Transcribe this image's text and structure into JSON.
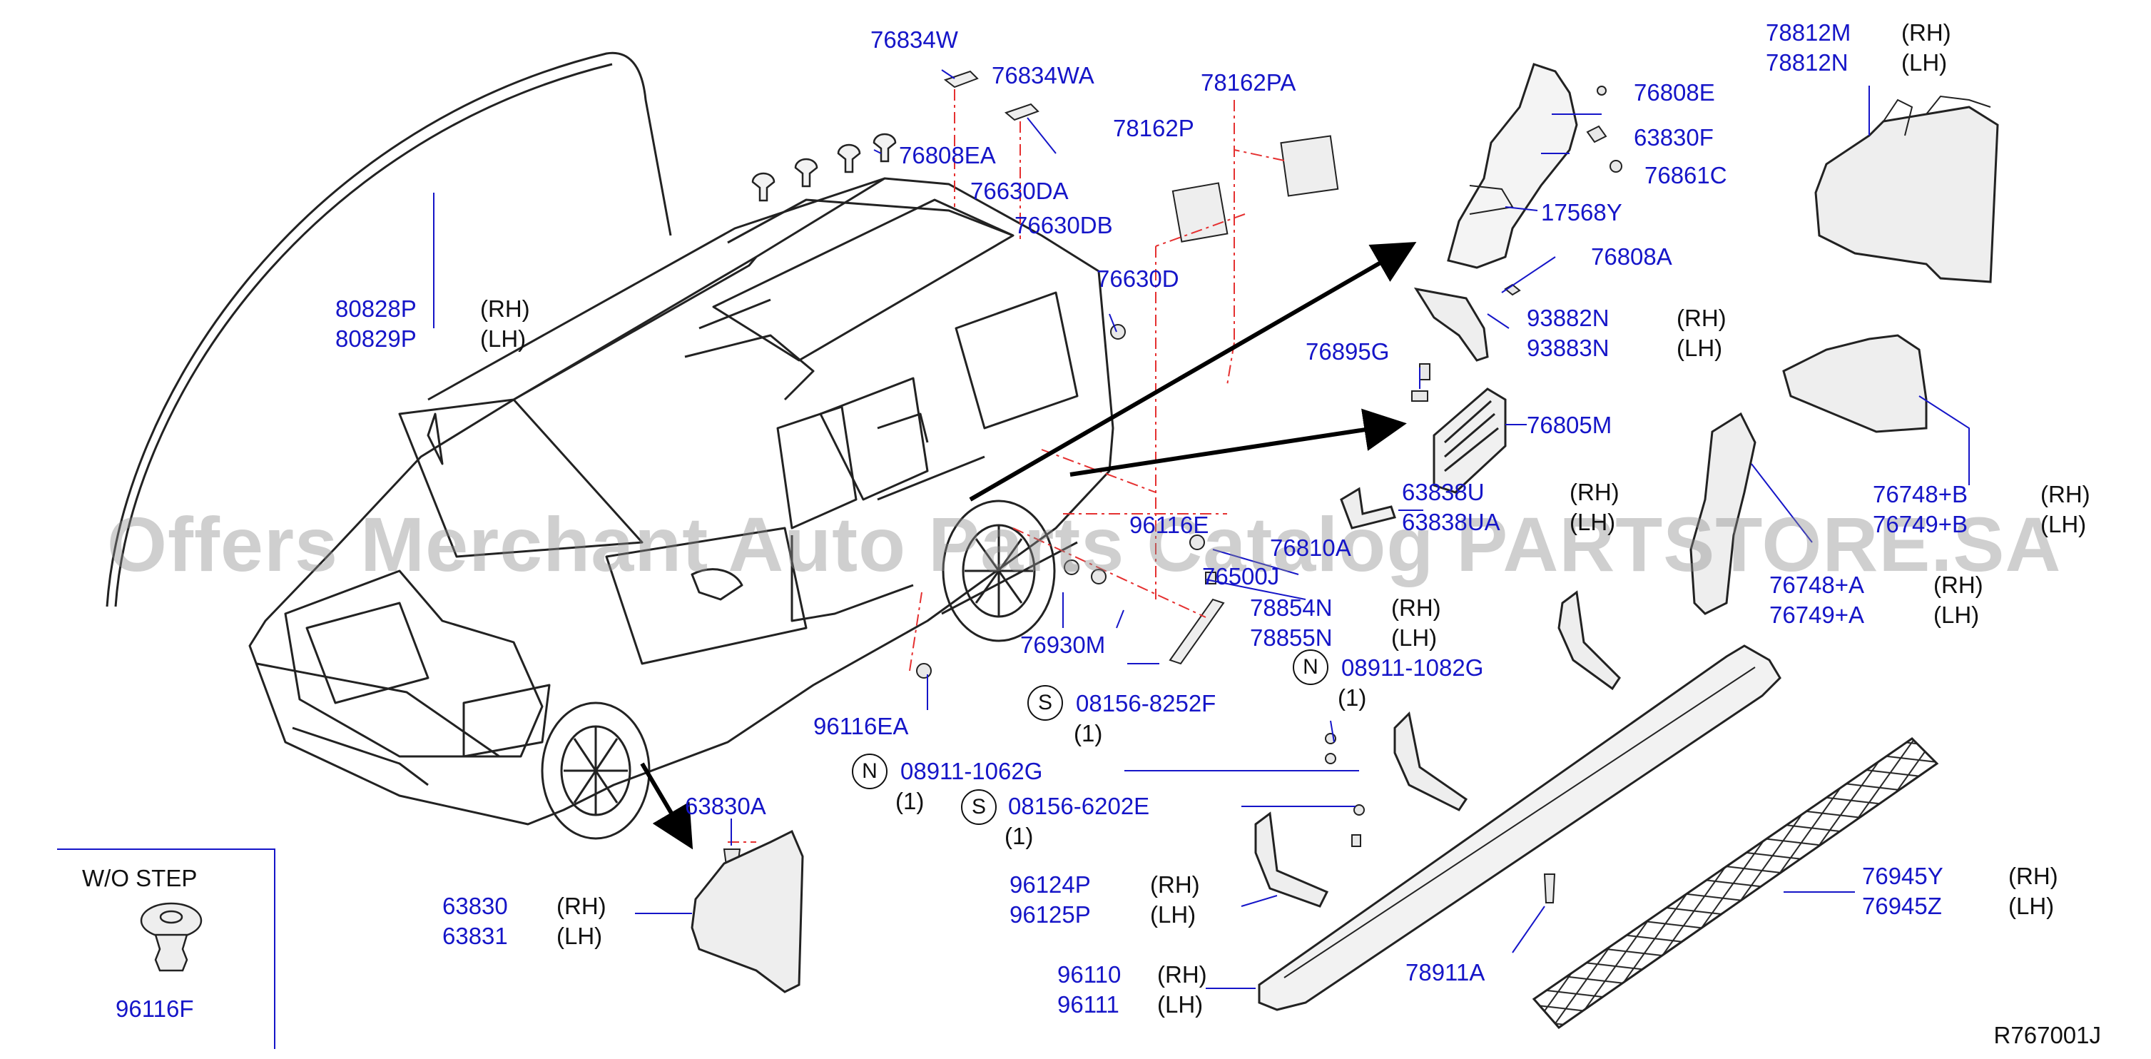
{
  "watermark": "Offers Merchant Auto Parts Catalog PARTSTORE.SA",
  "reference_code": "R767001J",
  "inset": {
    "title": "W/O   STEP",
    "part": "96116F"
  },
  "callouts": {
    "p76834W": "76834W",
    "p76834WA": "76834WA",
    "p76808EA": "76808EA",
    "p76630DA": "76630DA",
    "p76630DB": "76630DB",
    "p76630D": "76630D",
    "p78162P": "78162P",
    "p78162PA": "78162PA",
    "p80828P": "80828P",
    "p80829P": "80829P",
    "p76808E": "76808E",
    "p63830F": "63830F",
    "p76861C": "76861C",
    "p17568Y": "17568Y",
    "p76808A": "76808A",
    "p93882N": "93882N",
    "p93883N": "93883N",
    "p76895G": "76895G",
    "p76805M": "76805M",
    "p63838U": "63838U",
    "p63838UA": "63838UA",
    "p78812M": "78812M",
    "p78812N": "78812N",
    "p76748B": "76748+B",
    "p76749B": "76749+B",
    "p76748A": "76748+A",
    "p76749A": "76749+A",
    "p96116E": "96116E",
    "p76810A": "76810A",
    "p76500J": "76500J",
    "p78854N": "78854N",
    "p78855N": "78855N",
    "p76930M": "76930M",
    "p96116EA": "96116EA",
    "p08911_1082G": "08911-1082G",
    "p08156_8252F": "08156-8252F",
    "p08911_1062G": "08911-1062G",
    "p08156_6202E": "08156-6202E",
    "p63830A": "63830A",
    "p63830": "63830",
    "p63831": "63831",
    "p96124P": "96124P",
    "p96125P": "96125P",
    "p96110": "96110",
    "p96111": "96111",
    "p78911A": "78911A",
    "p76945Y": "76945Y",
    "p76945Z": "76945Z"
  },
  "sides": {
    "rh": "(RH)",
    "lh": "(LH)"
  },
  "qty": {
    "one": "(1)"
  },
  "symbols": {
    "n": "N",
    "s": "S"
  }
}
